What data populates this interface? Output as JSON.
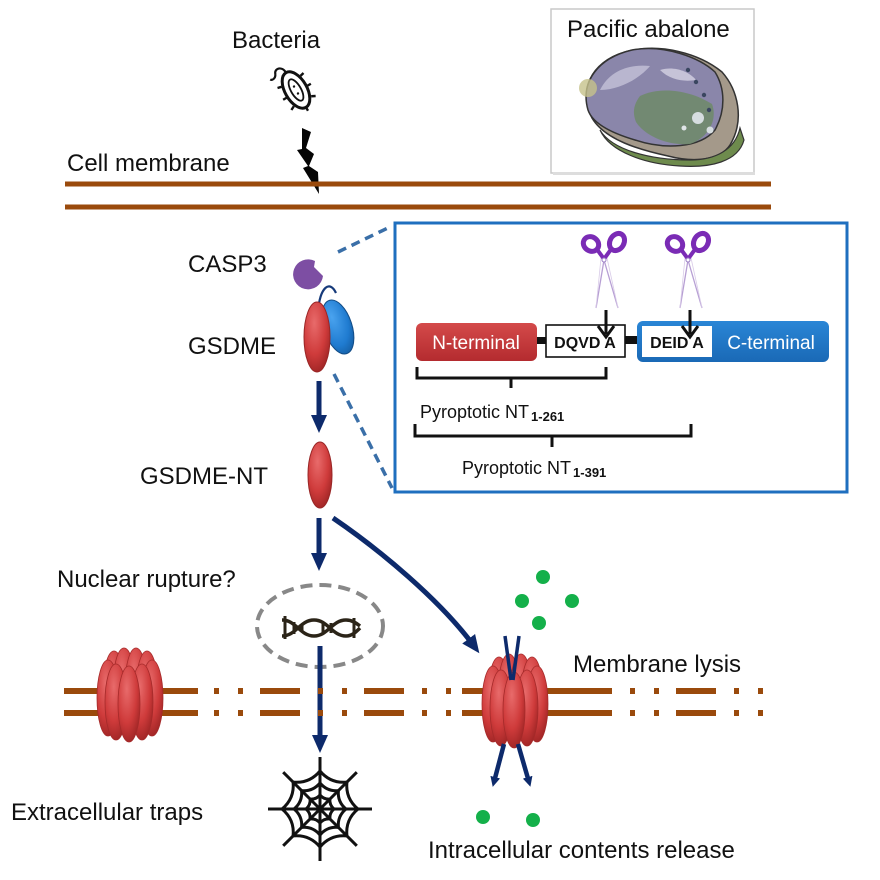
{
  "title": "Pacific abalone GSDME pyroptosis pathway",
  "labels": {
    "bacteria": "Bacteria",
    "organism": "Pacific abalone",
    "cell_membrane": "Cell membrane",
    "casp3": "CASP3",
    "gsdme": "GSDME",
    "gsdme_nt": "GSDME-NT",
    "nuclear_rupture": "Nuclear rupture?",
    "membrane_lysis": "Membrane lysis",
    "extracellular_traps": "Extracellular traps",
    "contents_release": "Intracellular contents release"
  },
  "domain_inset": {
    "n_terminal": "N-terminal",
    "c_terminal": "C-terminal",
    "site1": "DQVD A",
    "site2": "DEID A",
    "fragment1_label": "Pyroptotic NT",
    "fragment1_range": "1-261",
    "fragment2_label": "Pyroptotic NT",
    "fragment2_range": "1-391"
  },
  "icons": {
    "bacteria": "bacteria-icon",
    "lightning": "lightning-icon",
    "abalone": "abalone-image",
    "scissors": "scissors-icon",
    "dna": "dna-icon",
    "web": "spider-web-icon"
  },
  "colors": {
    "membrane": "#9a4a0c",
    "arrow": "#0d2a6b",
    "n_terminal": "#c2343a",
    "c_terminal": "#1f74c4",
    "casp3": "#7d4ea3",
    "inset_border": "#1f6fbf",
    "dots": "#14b04a",
    "scissors": "#7a2bb5"
  }
}
